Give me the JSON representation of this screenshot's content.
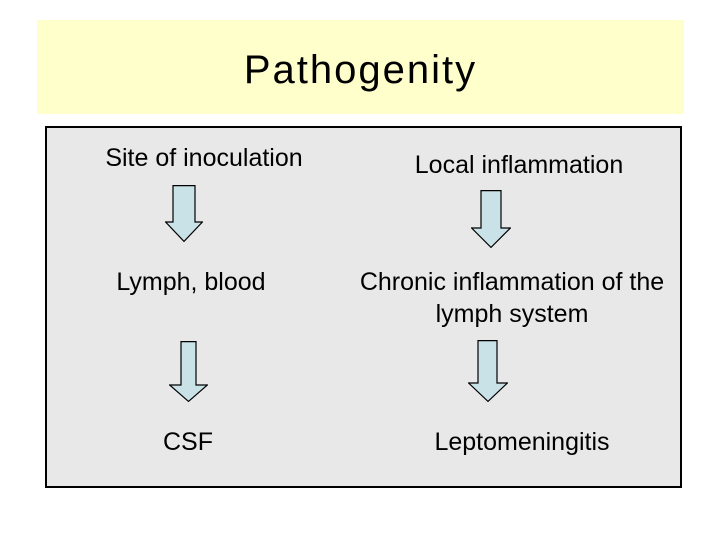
{
  "slide": {
    "title": "Pathogenity",
    "columns": {
      "left": {
        "steps": [
          "Site of inoculation",
          "Lymph, blood",
          "CSF"
        ]
      },
      "right": {
        "steps": [
          "Local inflammation",
          "Chronic inflammation of the lymph system",
          "Leptomeningitis"
        ]
      }
    },
    "icons": {
      "arrow": "down-block-arrow"
    },
    "colors": {
      "background": "#ffffff",
      "banner_bg": "#ffffcc",
      "panel_bg": "#e8e8e8",
      "panel_border": "#000000",
      "arrow_fill": "#c9e2e8",
      "arrow_stroke": "#000000",
      "text": "#000000"
    }
  }
}
